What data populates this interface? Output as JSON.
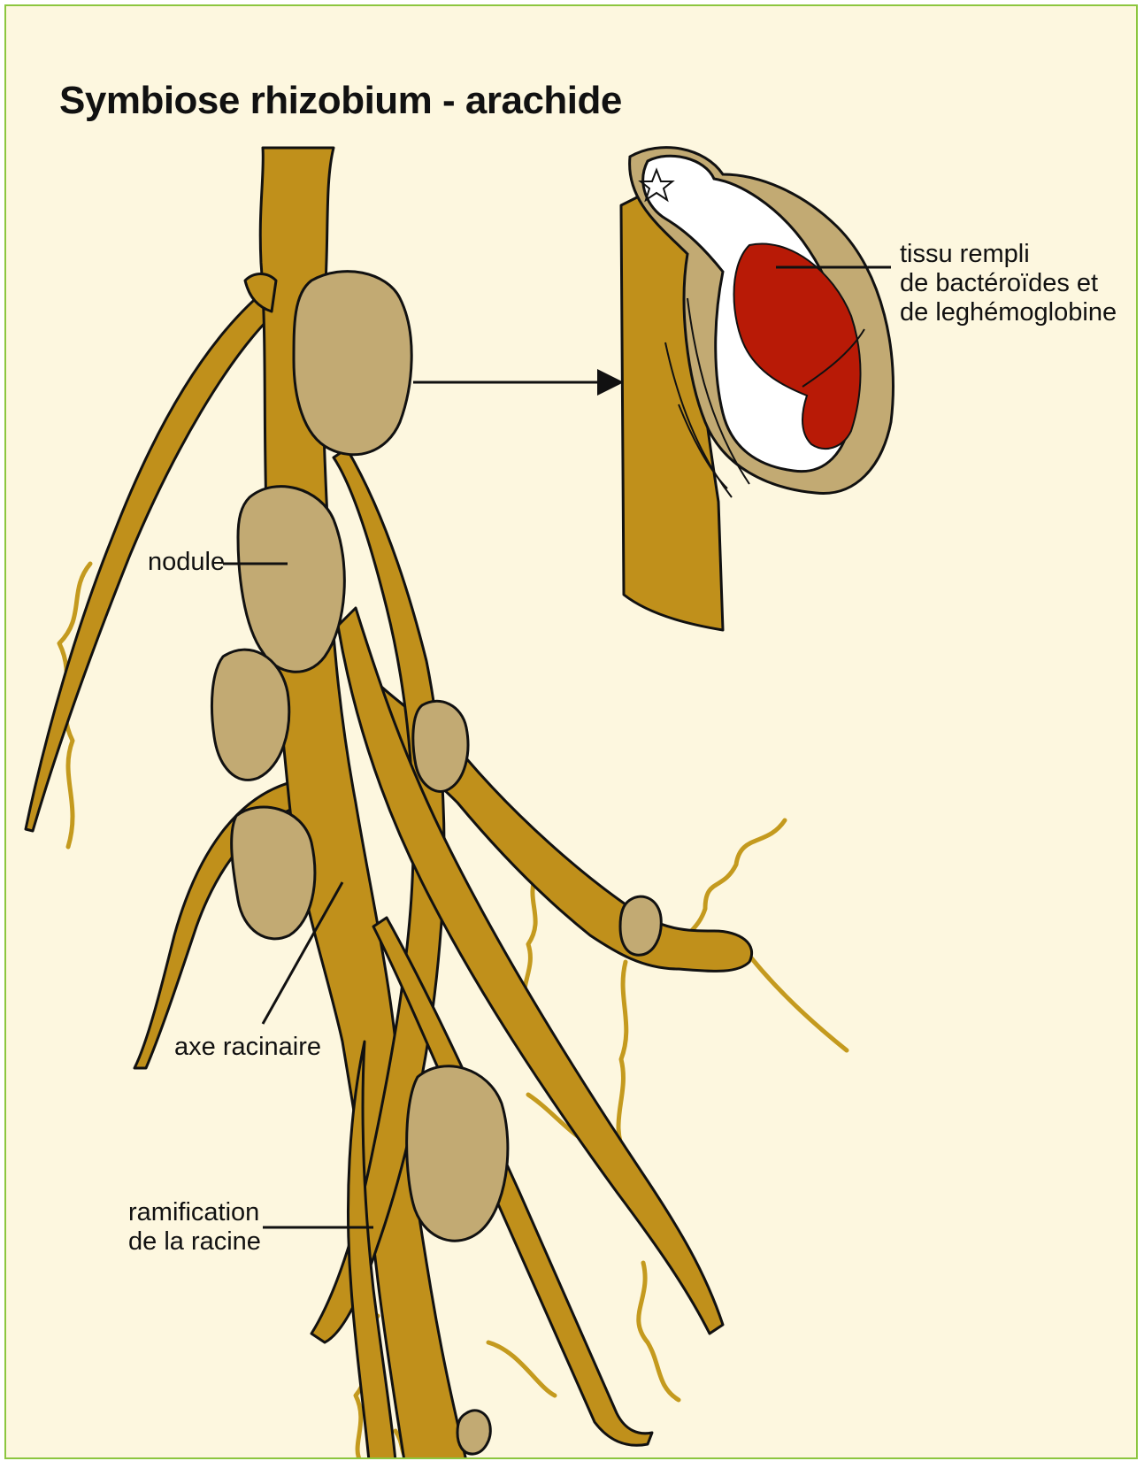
{
  "title": "Symbiose rhizobium - arachide",
  "labels": {
    "nodule": "nodule",
    "axis": "axe racinaire",
    "branching": [
      "ramification",
      "de la racine"
    ],
    "tissue": [
      "tissu rempli",
      "de bactéroïdes et",
      "de leghémoglobine"
    ]
  },
  "colors": {
    "background": "#fdf7df",
    "frame": "#8cc63f",
    "root": "#c0901b",
    "nodule": "#c2aa73",
    "tissue": "#b81a06",
    "rootlet": "#c49a1e"
  }
}
